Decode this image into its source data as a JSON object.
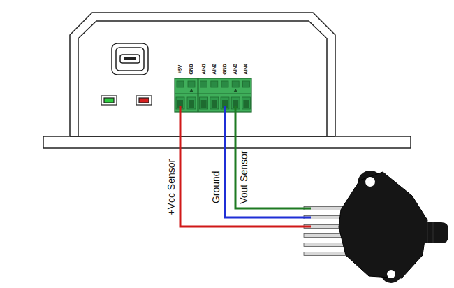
{
  "diagram": {
    "labels": [
      "+5V",
      "GND",
      "AIN1",
      "AIN2",
      "GND",
      "AIN3",
      "AIN4",
      "+Vcc Sensor",
      "Ground",
      "Vout Sensor"
    ]
  }
}
